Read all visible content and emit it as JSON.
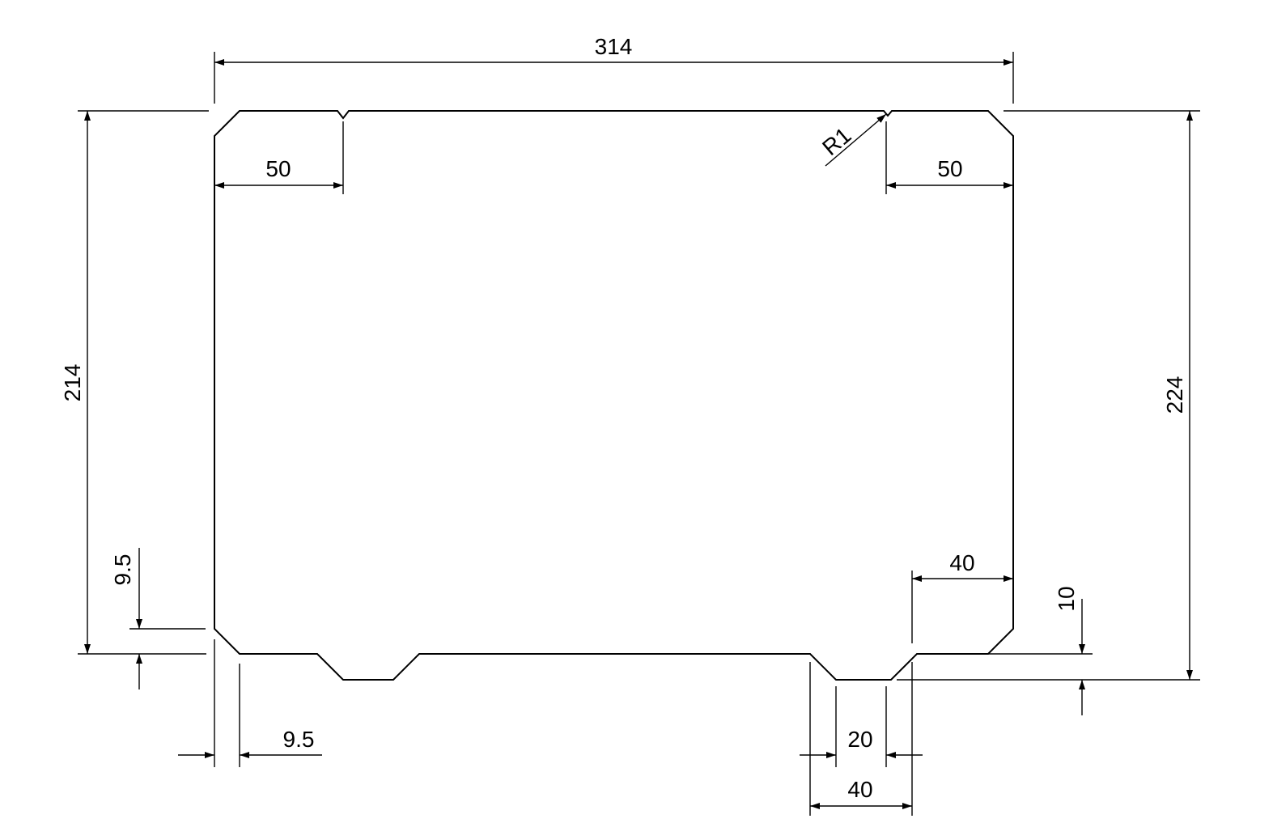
{
  "drawing": {
    "units": "mm",
    "outline": "sheet outline with chamfered corners, top V-notches and bottom trapezoidal notches",
    "dimensions": {
      "overall_width": "314",
      "left_height": "214",
      "right_height": "224",
      "top_left_offset": "50",
      "top_right_offset": "50",
      "notch_radius": "R1",
      "bottom_right_edge": "40",
      "notch_depth": "10",
      "left_chamfer_vertical": "9.5",
      "left_chamfer_horizontal": "9.5",
      "notch_bottom_width": "20",
      "notch_top_width": "40"
    }
  },
  "colors": {
    "line": "#000000",
    "background": "#ffffff"
  }
}
